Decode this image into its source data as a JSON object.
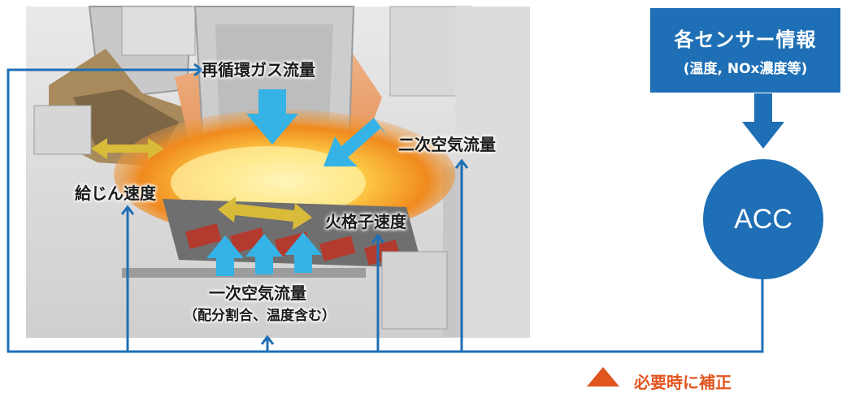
{
  "labels": {
    "recirculation_gas_flow": "再循環ガス流量",
    "secondary_air_flow": "二次空気流量",
    "feed_speed": "給じん速度",
    "grate_speed": "火格子速度",
    "primary_air_flow": "一次空気流量",
    "primary_air_note": "（配分割合、温度含む）"
  },
  "sensor_box": {
    "title": "各センサー情報",
    "subtitle": "(温度, NOx濃度等)"
  },
  "controller": {
    "label": "ACC"
  },
  "correction": {
    "label": "必要時に補正"
  },
  "colors": {
    "blue": "#1e6fb5",
    "arrow_cyan": "#35b3e6",
    "arrow_gold": "#d9bb3a",
    "correction_orange": "#e1551f"
  },
  "icons": [
    "down-arrow-icon",
    "up-triangle-icon"
  ]
}
